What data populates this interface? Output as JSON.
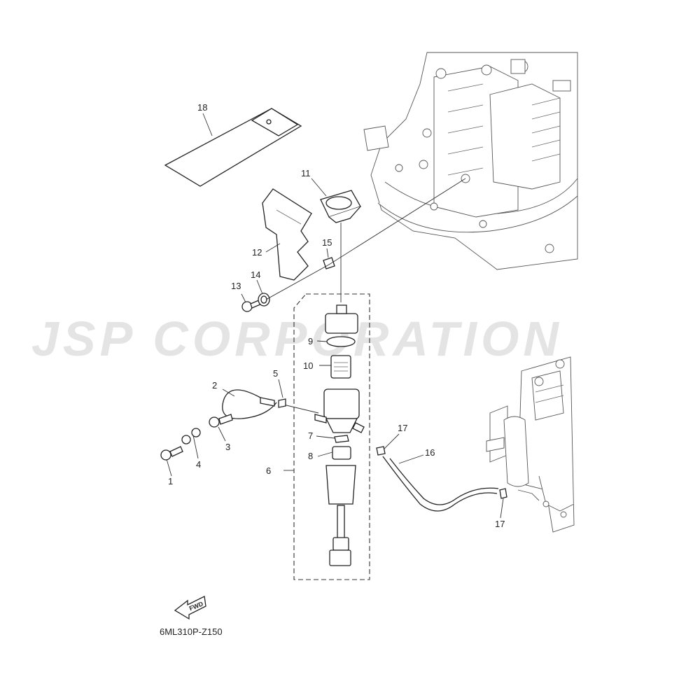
{
  "watermark": "JSP CORPORATION",
  "diagram_code": "6ML310P-Z150",
  "fwd_label": "FWD",
  "callouts": {
    "p1": "1",
    "p2": "2",
    "p3": "3",
    "p4": "4",
    "p5": "5",
    "p6": "6",
    "p7": "7",
    "p8": "8",
    "p9": "9",
    "p10": "10",
    "p11": "11",
    "p12": "12",
    "p13": "13",
    "p14": "14",
    "p15": "15",
    "p16": "16",
    "p17a": "17",
    "p17b": "17",
    "p18": "18"
  }
}
